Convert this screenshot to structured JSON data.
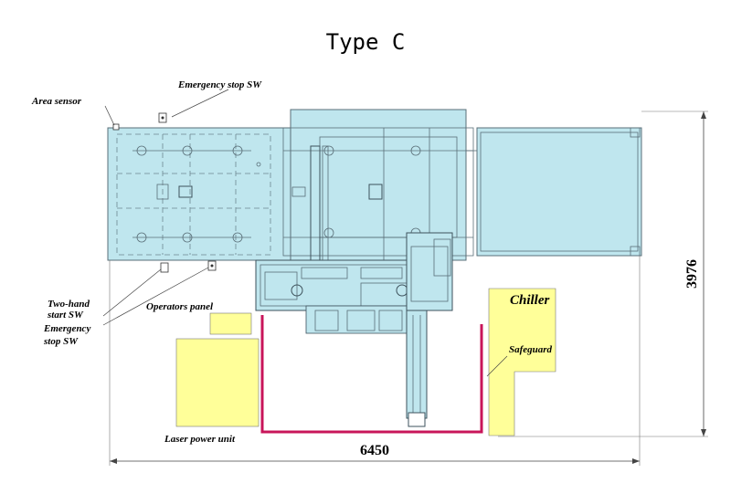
{
  "title": "Type C",
  "labels": {
    "area_sensor": "Area sensor",
    "emergency_stop_top": "Emergency stop SW",
    "two_hand_line1": "Two-hand",
    "two_hand_line2": "start SW",
    "estop_line1": "Emergency",
    "estop_line2": "stop SW",
    "operators_panel": "Operators panel",
    "laser_power_unit": "Laser power unit",
    "chiller": "Chiller",
    "safeguard": "Safeguard"
  },
  "dimensions": {
    "width": "6450",
    "height": "3976"
  },
  "colors": {
    "machine_fill": "#bfe6ee",
    "unit_fill": "#ffff99",
    "safeguard": "#c8155a",
    "outline": "#5a6f78"
  }
}
